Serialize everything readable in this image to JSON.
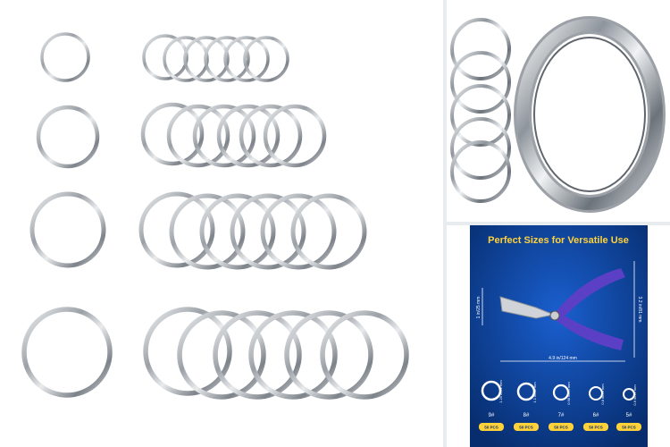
{
  "infographic": {
    "title": "Perfect Sizes for Versatile Use",
    "height_label": "3.2 in/81 mm",
    "width_label": "4.9 in/124 mm",
    "jaw_label": "1 in/25 mm",
    "sizes": [
      {
        "size": "9#",
        "diameter": "1.25 in/32 mm",
        "qty": "50 PCS"
      },
      {
        "size": "8#",
        "diameter": "1.1 in/28 mm",
        "qty": "50 PCS"
      },
      {
        "size": "7#",
        "diameter": "0.98 in/25 mm",
        "qty": "50 PCS"
      },
      {
        "size": "6#",
        "diameter": "0.8 in/20 mm",
        "qty": "50 PCS"
      },
      {
        "size": "5#",
        "diameter": "0.6 in/15 mm",
        "qty": "50 PCS"
      }
    ]
  },
  "colors": {
    "infographic_bg": "#0a3d8f",
    "title_color": "#ffd23a",
    "pliers_purple": "#5b3fc4",
    "steel": "#c9ccd1"
  }
}
